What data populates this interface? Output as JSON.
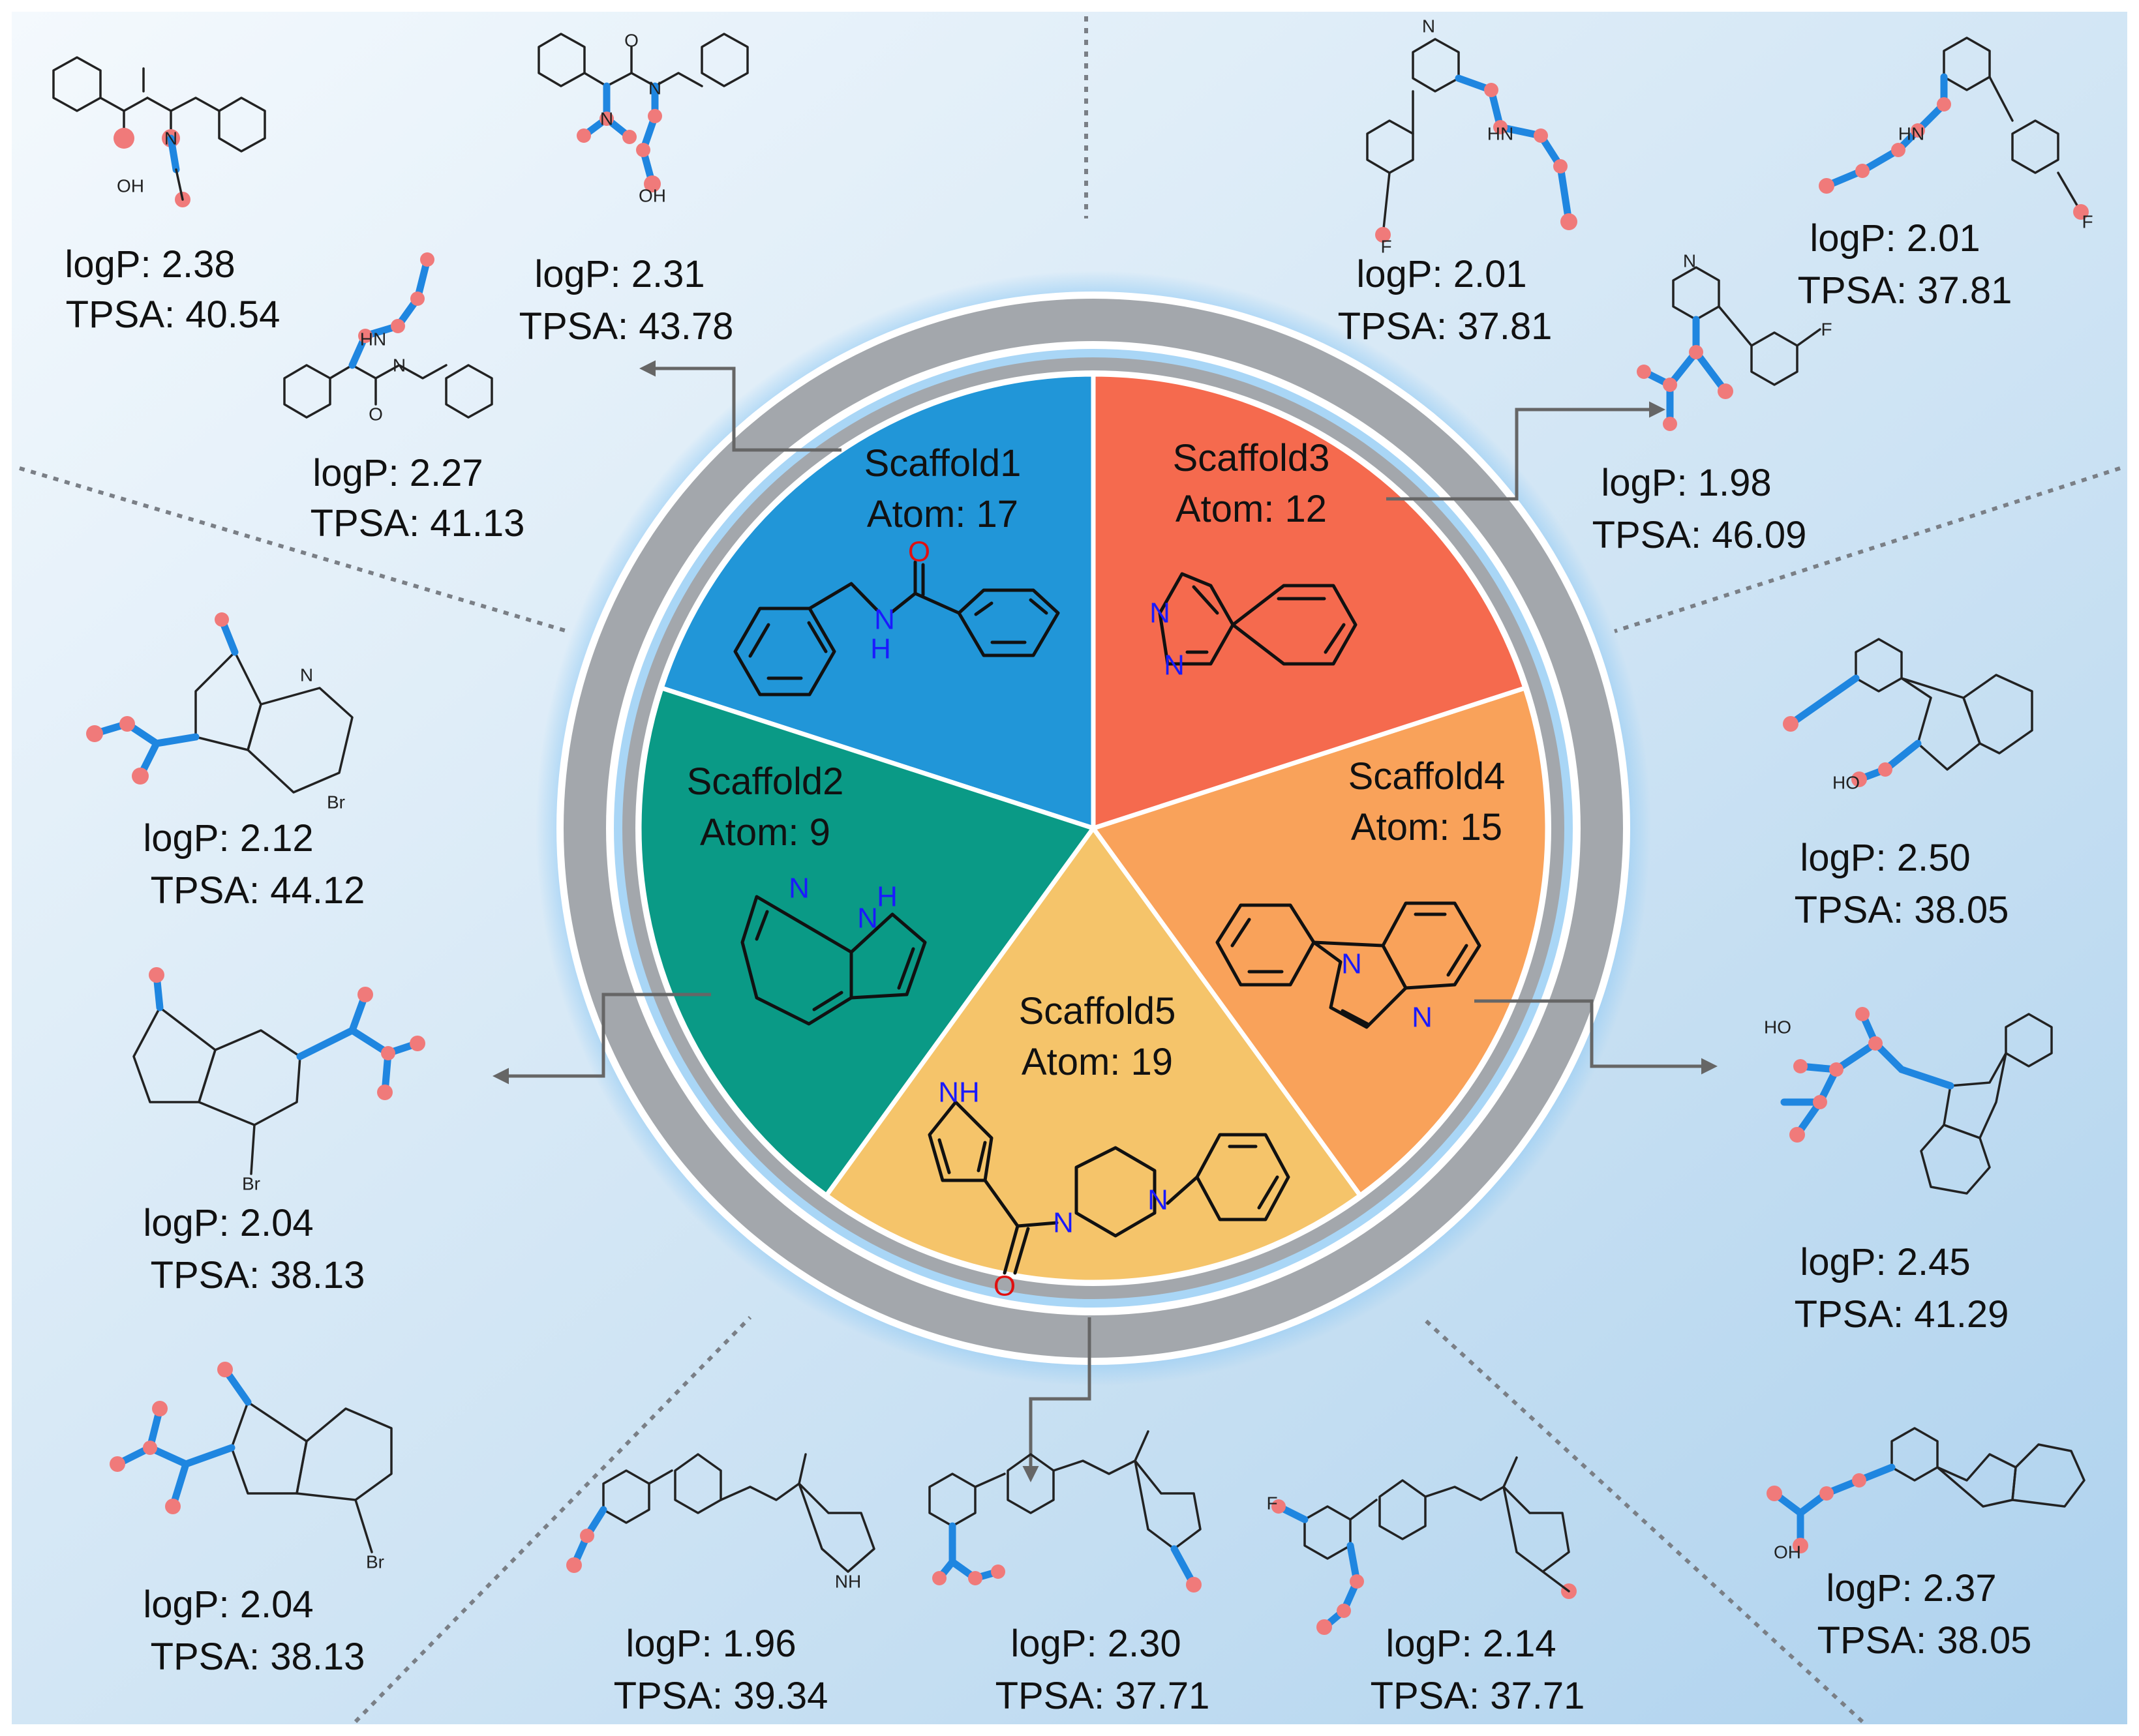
{
  "colors": {
    "scaffold1": "#2196d8",
    "scaffold2": "#0a9a86",
    "scaffold3": "#f56a4e",
    "scaffold4": "#f9a25a",
    "scaffold5": "#f5c46a",
    "ring": "#a3a7ac",
    "highlight": "#1f86e0",
    "atom_dot": "#f07a7a"
  },
  "scaffolds": [
    {
      "name": "Scaffold1",
      "atom_label": "Atom:",
      "atom_count": "17"
    },
    {
      "name": "Scaffold2",
      "atom_label": "Atom:",
      "atom_count": "9"
    },
    {
      "name": "Scaffold3",
      "atom_label": "Atom:",
      "atom_count": "12"
    },
    {
      "name": "Scaffold4",
      "atom_label": "Atom:",
      "atom_count": "15"
    },
    {
      "name": "Scaffold5",
      "atom_label": "Atom:",
      "atom_count": "19"
    }
  ],
  "atom_symbols": {
    "N": "N",
    "H": "H",
    "O": "O",
    "NH": "NH",
    "HN": "HN",
    "OH": "OH",
    "HO": "HO",
    "F": "F",
    "Br": "Br"
  },
  "molecules": [
    {
      "logp": "logP:  2.38",
      "tpsa": "TPSA: 40.54"
    },
    {
      "logp": "logP:  2.31",
      "tpsa": "TPSA: 43.78"
    },
    {
      "logp": "logP:  2.27",
      "tpsa": "TPSA: 41.13"
    },
    {
      "logp": "logP:  2.01",
      "tpsa": "TPSA: 37.81"
    },
    {
      "logp": "logP:  2.01",
      "tpsa": "TPSA: 37.81"
    },
    {
      "logp": "logP:  1.98",
      "tpsa": "TPSA: 46.09"
    },
    {
      "logp": "logP:  2.12",
      "tpsa": "TPSA: 44.12"
    },
    {
      "logp": "logP:  2.04",
      "tpsa": "TPSA: 38.13"
    },
    {
      "logp": "logP:  2.04",
      "tpsa": "TPSA: 38.13"
    },
    {
      "logp": "logP:  2.50",
      "tpsa": "TPSA: 38.05"
    },
    {
      "logp": "logP:  2.45",
      "tpsa": "TPSA: 41.29"
    },
    {
      "logp": "logP:  2.37",
      "tpsa": "TPSA: 38.05"
    },
    {
      "logp": "logP:  1.96",
      "tpsa": "TPSA: 39.34"
    },
    {
      "logp": "logP:  2.30",
      "tpsa": "TPSA: 37.71"
    },
    {
      "logp": "logP:  2.14",
      "tpsa": "TPSA: 37.71"
    }
  ]
}
